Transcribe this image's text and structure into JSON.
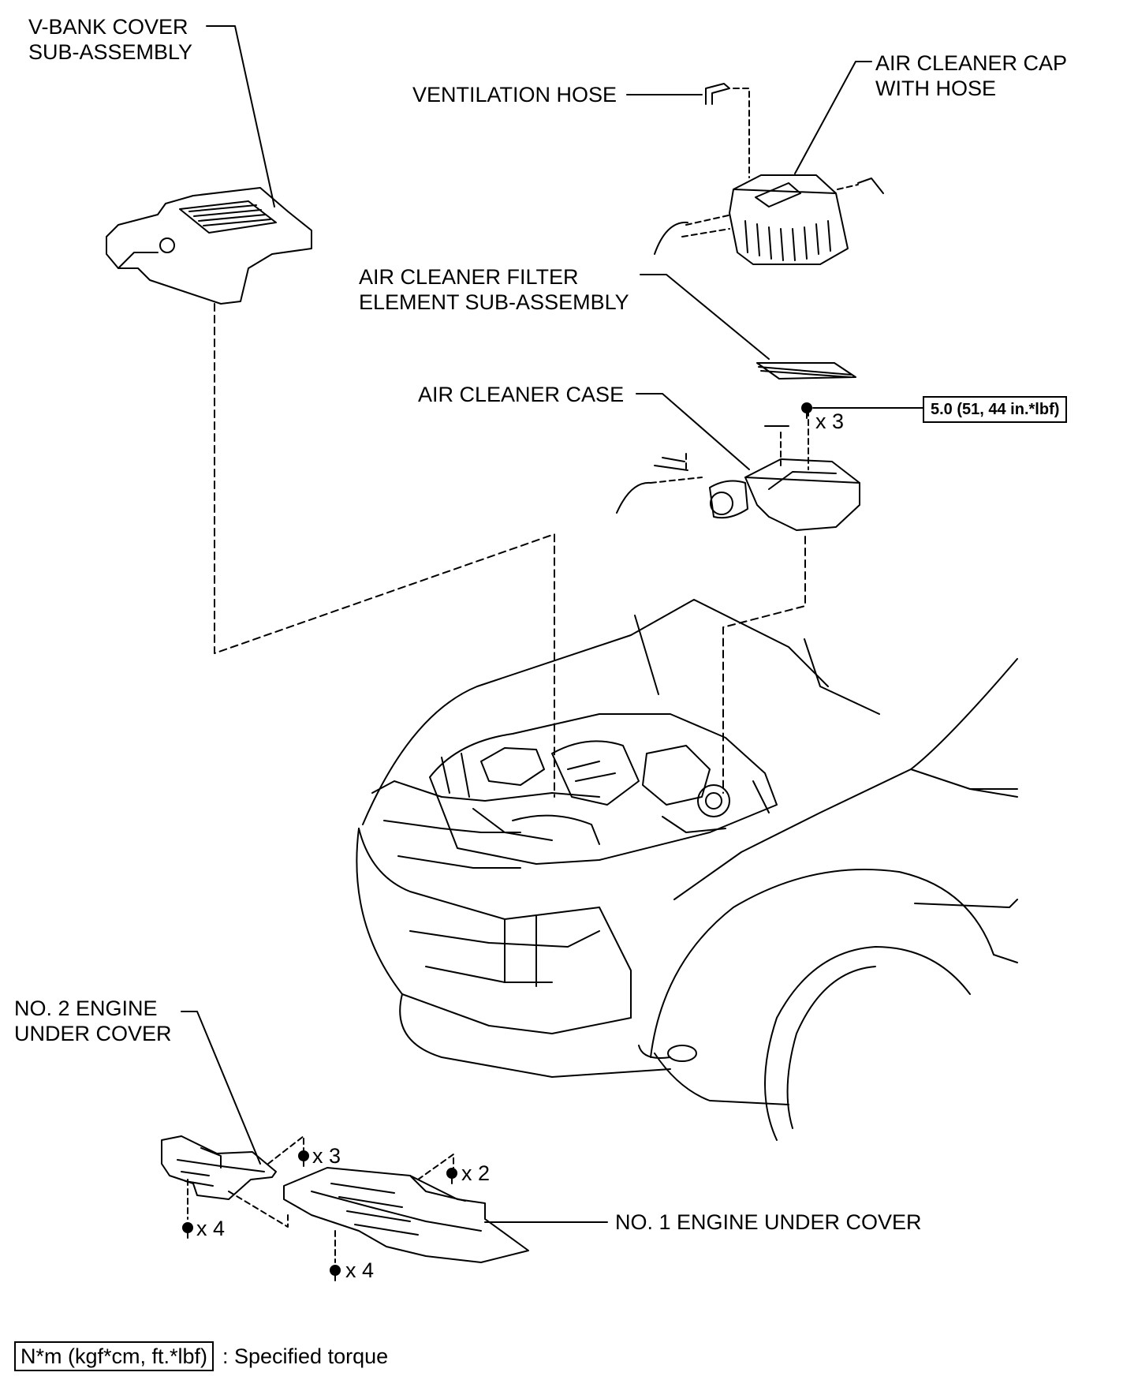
{
  "labels": {
    "v_bank_cover": "V-BANK COVER\nSUB-ASSEMBLY",
    "ventilation_hose": "VENTILATION HOSE",
    "air_cleaner_cap": "AIR CLEANER CAP\nWITH HOSE",
    "air_cleaner_filter": "AIR CLEANER FILTER\nELEMENT SUB-ASSEMBLY",
    "air_cleaner_case": "AIR CLEANER CASE",
    "no2_engine_under_cover": "NO. 2 ENGINE\nUNDER COVER",
    "no1_engine_under_cover": "NO. 1 ENGINE UNDER COVER"
  },
  "fasteners": {
    "case_bolts": "x 3",
    "no2_top": "x 3",
    "no2_bottom": "x 4",
    "no1_top": "x 2",
    "no1_bottom": "x 4"
  },
  "torque": {
    "case_bolts": "5.0 (51, 44 in.*lbf)"
  },
  "legend": {
    "box": "N*m (kgf*cm, ft.*lbf)",
    "text": ": Specified torque"
  }
}
